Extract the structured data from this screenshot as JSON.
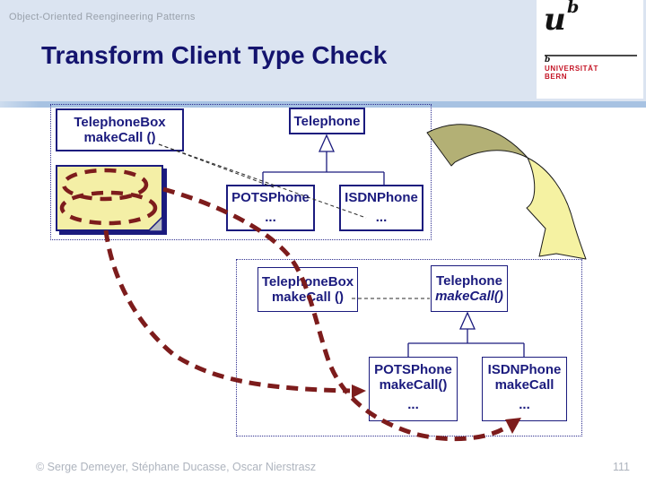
{
  "slide": {
    "course": "Object-Oriented Reengineering Patterns",
    "title": "Transform Client Type Check",
    "footer_credit": "© Serge Demeyer, Stéphane Ducasse, Oscar Nierstrasz",
    "page_number": "111"
  },
  "logo": {
    "glyph_main": "u",
    "glyph_sup": "b",
    "glyph_small": "b",
    "university": "UNIVERSITÄT",
    "city": "BERN"
  },
  "before_diagram": {
    "client_box": {
      "name": "TelephoneBox",
      "method": "makeCall ()"
    },
    "superclass": {
      "name": "Telephone"
    },
    "subclass_left": {
      "name": "POTSPhone",
      "ellipsis": "..."
    },
    "subclass_right": {
      "name": "ISDNPhone",
      "ellipsis": "..."
    }
  },
  "after_diagram": {
    "client_box": {
      "name": "TelephoneBox",
      "method": "makeCall ()"
    },
    "superclass": {
      "name": "Telephone",
      "method": "makeCall()"
    },
    "subclass_left": {
      "name": "POTSPhone",
      "method": "makeCall()",
      "ellipsis": "..."
    },
    "subclass_right": {
      "name": "ISDNPhone",
      "method": "makeCall",
      "ellipsis": "..."
    }
  },
  "colors": {
    "accent_navy": "#1b1b7e",
    "annotation_red": "#7d1c1c",
    "note_yellow": "#f4efa6",
    "arrow_dark": "#b3b075",
    "arrow_light": "#f5f2a2",
    "band_blue": "#a7c2e2",
    "header_bg": "#dbe4f1",
    "logo_red": "#c41425"
  }
}
